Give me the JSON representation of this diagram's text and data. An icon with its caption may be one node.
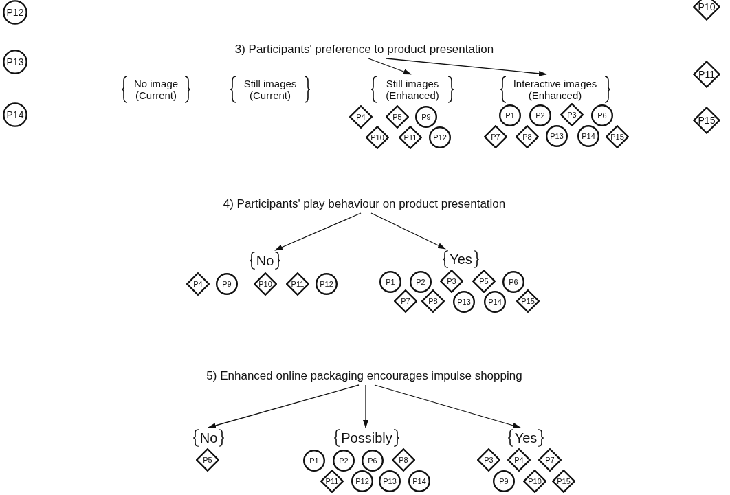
{
  "diagram": {
    "nodes": [
      {
        "text": [
          "P12"
        ]
      },
      {
        "text": [
          "P13"
        ]
      },
      {
        "text": [
          "P14"
        ]
      },
      {
        "text": [
          "P10"
        ]
      },
      {
        "text": [
          "P11"
        ]
      },
      {
        "text": [
          "P15"
        ]
      },
      {
        "text": [
          "3) Participants' preference to product presentation"
        ]
      },
      {
        "text": [
          "No image (Current)"
        ]
      },
      {
        "text": [
          "Still images (Current)"
        ]
      },
      {
        "text": [
          "Still images (Enhanced)"
        ]
      },
      {
        "text": [
          "P4"
        ],
        "in": 9
      },
      {
        "text": [
          "P5"
        ],
        "in": 9
      },
      {
        "text": [
          "P9"
        ],
        "in": 9
      },
      {
        "text": [
          "P10"
        ],
        "in": 9
      },
      {
        "text": [
          "P11"
        ],
        "in": 9
      },
      {
        "text": [
          "P12"
        ],
        "in": 9
      },
      {
        "text": [
          "Interactive images (Enhanced)"
        ]
      },
      {
        "text": [
          "P1"
        ],
        "in": 16
      },
      {
        "text": [
          "P2"
        ],
        "in": 16
      },
      {
        "text": [
          "P3"
        ],
        "in": 16
      },
      {
        "text": [
          "P6"
        ],
        "in": 16
      },
      {
        "text": [
          "P7"
        ],
        "in": 16
      },
      {
        "text": [
          "P8"
        ],
        "in": 16
      },
      {
        "text": [
          "P13"
        ],
        "in": 16
      },
      {
        "text": [
          "P14"
        ],
        "in": 16
      },
      {
        "text": [
          "P15"
        ],
        "in": 16
      },
      {
        "text": [
          "4) Participants' play behaviour on product presentation"
        ]
      },
      {
        "text": [
          "No"
        ]
      },
      {
        "text": [
          "P4"
        ],
        "in": 27
      },
      {
        "text": [
          "P9"
        ],
        "in": 27
      },
      {
        "text": [
          "P10"
        ],
        "in": 27
      },
      {
        "text": [
          "P11"
        ],
        "in": 27
      },
      {
        "text": [
          "P12"
        ],
        "in": 27
      },
      {
        "text": [
          "Yes"
        ]
      },
      {
        "text": [
          "P1"
        ],
        "in": 33
      },
      {
        "text": [
          "P2"
        ],
        "in": 33
      },
      {
        "text": [
          "P3"
        ],
        "in": 33
      },
      {
        "text": [
          "P5"
        ],
        "in": 33
      },
      {
        "text": [
          "P6"
        ],
        "in": 33
      },
      {
        "text": [
          "P7"
        ],
        "in": 33
      },
      {
        "text": [
          "P8"
        ],
        "in": 33
      },
      {
        "text": [
          "P13"
        ],
        "in": 33
      },
      {
        "text": [
          "P14"
        ],
        "in": 33
      },
      {
        "text": [
          "P15"
        ],
        "in": 33
      },
      {
        "text": [
          "5) Enhanced online packaging encourages impulse shopping"
        ]
      },
      {
        "text": [
          "No"
        ]
      },
      {
        "text": [
          "P5"
        ],
        "in": 45
      },
      {
        "text": [
          "Possibly"
        ]
      },
      {
        "text": [
          "P1"
        ],
        "in": 47
      },
      {
        "text": [
          "P2"
        ],
        "in": 47
      },
      {
        "text": [
          "P6"
        ],
        "in": 47
      },
      {
        "text": [
          "P8"
        ],
        "in": 47
      },
      {
        "text": [
          "P11"
        ],
        "in": 47
      },
      {
        "text": [
          "P12"
        ],
        "in": 47
      },
      {
        "text": [
          "P13"
        ],
        "in": 47
      },
      {
        "text": [
          "P14"
        ],
        "in": 47
      },
      {
        "text": [
          "Yes"
        ]
      },
      {
        "text": [
          "P3"
        ],
        "in": 56
      },
      {
        "text": [
          "P4"
        ],
        "in": 56
      },
      {
        "text": [
          "P7"
        ],
        "in": 56
      },
      {
        "text": [
          "P9"
        ],
        "in": 56
      },
      {
        "text": [
          "P10"
        ],
        "in": 56
      },
      {
        "text": [
          "P15"
        ],
        "in": 56
      }
    ],
    "edges": [
      {
        "from": 6,
        "to": 9,
        "arrow": "to"
      },
      {
        "from": 6,
        "to": 16,
        "arrow": "to"
      },
      {
        "from": 26,
        "to": 27,
        "arrow": "to"
      },
      {
        "from": 26,
        "to": 33,
        "arrow": "to"
      },
      {
        "from": 44,
        "to": 45,
        "arrow": "to"
      },
      {
        "from": 44,
        "to": 47,
        "arrow": "to"
      },
      {
        "from": 44,
        "to": 56,
        "arrow": "to"
      }
    ]
  }
}
